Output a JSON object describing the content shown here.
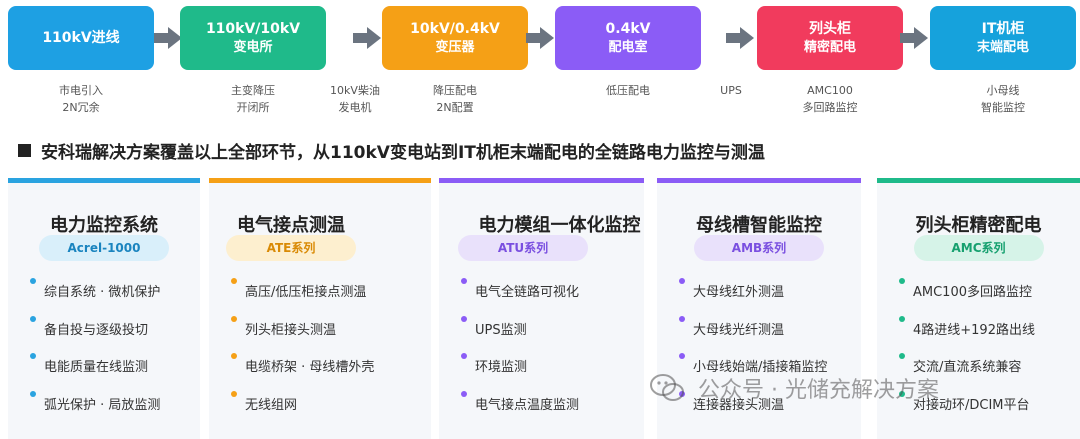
{
  "flow": {
    "stages": [
      {
        "l1": "110kV进线",
        "l2": "",
        "color": "#1ea0e3"
      },
      {
        "l1": "110kV/10kV",
        "l2": "变电所",
        "color": "#1fba8a"
      },
      {
        "l1": "10kV/0.4kV",
        "l2": "变压器",
        "color": "#f5a016"
      },
      {
        "l1": "0.4kV",
        "l2": "配电室",
        "color": "#8b5cf6"
      },
      {
        "l1": "列头柜",
        "l2": "精密配电",
        "color": "#f13b5d"
      },
      {
        "l1": "IT机柜",
        "l2": "末端配电",
        "color": "#16a2dc"
      }
    ],
    "sublabels": [
      {
        "l1": "市电引入",
        "l2": "2N冗余"
      },
      {
        "l1": "主变降压",
        "l2": "开闭所"
      },
      {
        "l1": "10kV柴油",
        "l2": "发电机"
      },
      {
        "l1": "降压配电",
        "l2": "2N配置"
      },
      {
        "l1": "低压配电",
        "l2": ""
      },
      {
        "l1": "UPS",
        "l2": ""
      },
      {
        "l1": "AMC100",
        "l2": "多回路监控"
      },
      {
        "l1": "小母线",
        "l2": "智能监控"
      }
    ]
  },
  "headline": "安科瑞解决方案覆盖以上全部环节，从110kV变电站到IT机柜末端配电的全链路电力监控与测温",
  "cards": [
    {
      "title": "电力监控系统",
      "badge": "Acrel-1000",
      "accent": "#2aa3e0",
      "badge_bg": "#d9effa",
      "badge_fg": "#1a84bf",
      "items": [
        "综自系统 · 微机保护",
        "备自投与逐级投切",
        "电能质量在线监测",
        "弧光保护 · 局放监测"
      ]
    },
    {
      "title": "电气接点测温",
      "badge": "ATE系列",
      "accent": "#f5a016",
      "badge_bg": "#fdefcf",
      "badge_fg": "#d98a05",
      "items": [
        "高压/低压柜接点测温",
        "列头柜接头测温",
        "电缆桥架 · 母线槽外壳",
        "无线组网"
      ]
    },
    {
      "title": "电力模组一体化监控",
      "badge": "ATU系列",
      "accent": "#8b5cf6",
      "badge_bg": "#e9e1fb",
      "badge_fg": "#7a4fe0",
      "items": [
        "电气全链路可视化",
        "UPS监测",
        "环境监测",
        "电气接点温度监测"
      ]
    },
    {
      "title": "母线槽智能监控",
      "badge": "AMB系列",
      "accent": "#8b5cf6",
      "badge_bg": "#e9e1fb",
      "badge_fg": "#7a4fe0",
      "items": [
        "大母线红外测温",
        "大母线光纤测温",
        "小母线始端/插接箱监控",
        "连接器接头测温"
      ]
    },
    {
      "title": "列头柜精密配电",
      "badge": "AMC系列",
      "accent": "#1fba8a",
      "badge_bg": "#d6f3e8",
      "badge_fg": "#16a06f",
      "items": [
        "AMC100多回路监控",
        "4路进线+192路出线",
        "交流/直流系统兼容",
        "对接动环/DCIM平台"
      ]
    }
  ],
  "watermark": {
    "text": "公众号 · 光储充解决方案",
    "icon": "wechat-icon"
  }
}
